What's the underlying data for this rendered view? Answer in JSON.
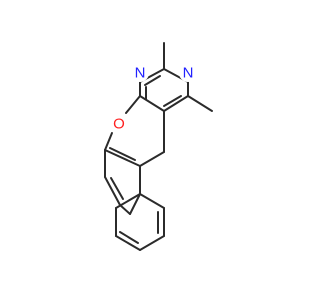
{
  "molecule": {
    "background": "#ffffff",
    "bond_color": "#2b2b2b",
    "atoms": [
      {
        "id": "n1",
        "label": "N",
        "color": "#2121ff"
      },
      {
        "id": "n2",
        "label": "N",
        "color": "#2121ff"
      },
      {
        "id": "o1",
        "label": "O",
        "color": "#ff2020"
      }
    ]
  }
}
